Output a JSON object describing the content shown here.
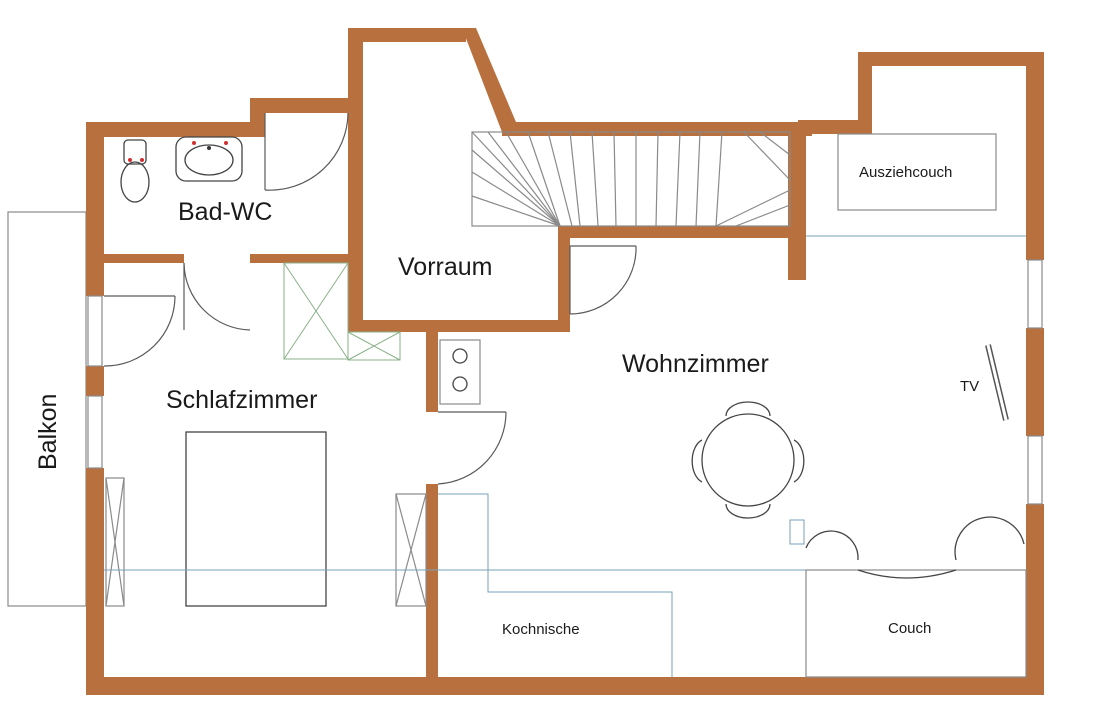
{
  "rooms": {
    "bad_wc": "Bad-WC",
    "vorraum": "Vorraum",
    "schlafzimmer": "Schlafzimmer",
    "wohnzimmer": "Wohnzimmer",
    "balkon": "Balkon"
  },
  "furniture": {
    "ausziehcouch": "Ausziehcouch",
    "tv": "TV",
    "kochnische": "Kochnische",
    "couch": "Couch"
  },
  "colors": {
    "wall": "#b8703e",
    "line": "#5a5a5a",
    "background": "#ffffff"
  }
}
